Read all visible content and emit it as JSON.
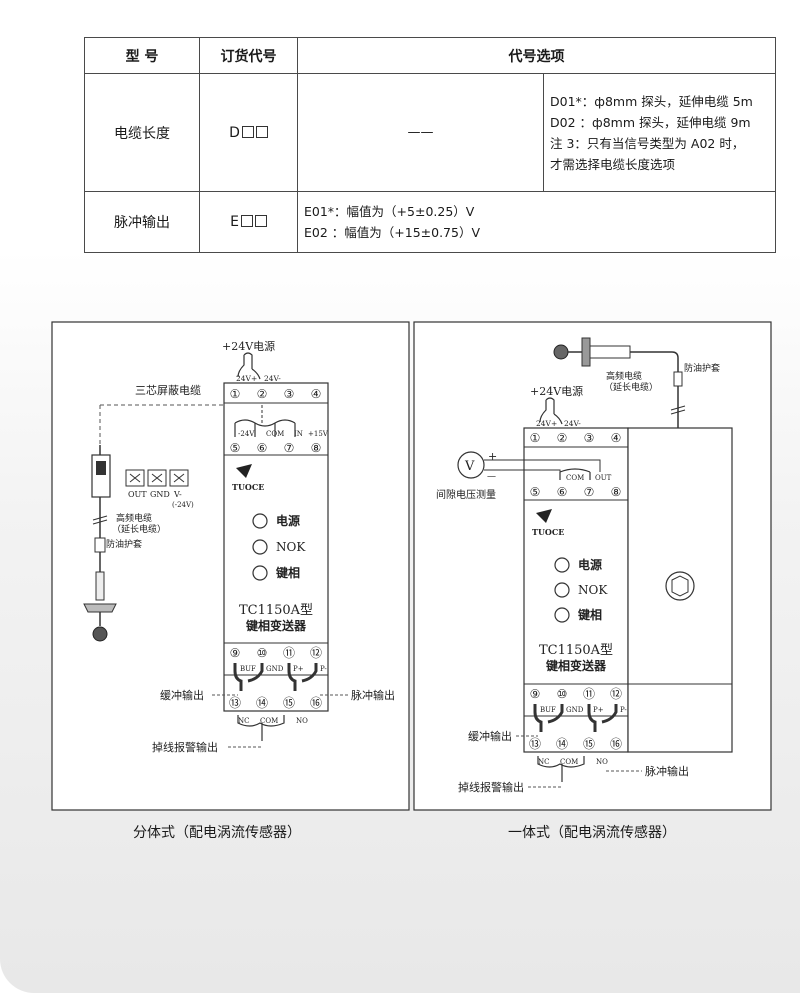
{
  "table": {
    "headers": [
      "型 号",
      "订货代号",
      "代号选项"
    ],
    "rows": [
      {
        "model": "电缆长度",
        "code": "D",
        "options_left": "——",
        "options_right": [
          "D01*：ф8mm 探头，延伸电缆 5m",
          "D02 ：ф8mm 探头，延伸电缆 9m",
          "注 3：只有当信号类型为 A02 时，",
          "才需选择电缆长度选项"
        ]
      },
      {
        "model": "脉冲输出",
        "code": "E",
        "options": [
          "E01*：幅值为（+5±0.25）V",
          "E02 ：幅值为（+15±0.75）V"
        ]
      }
    ]
  },
  "left_diagram": {
    "power": "+24V电源",
    "shield_cable": "三芯屏蔽电缆",
    "top_terminal_labels": [
      "24V+",
      "24V-"
    ],
    "top_row": [
      "①",
      "②",
      "③",
      "④"
    ],
    "mid_labels": [
      "-24V",
      "COM",
      "IN",
      "+15V"
    ],
    "mid_row": [
      "⑤",
      "⑥",
      "⑦",
      "⑧"
    ],
    "brand": "TUOCE",
    "indicators": [
      "电源",
      "NOK",
      "键相"
    ],
    "model": "TC1150A型",
    "model_name": "键相变送器",
    "bottom_row1": [
      "⑨",
      "⑩",
      "⑪",
      "⑫"
    ],
    "bottom_labels1": [
      "BUF",
      "GND",
      "P+",
      "P-"
    ],
    "bottom_row2": [
      "⑬",
      "⑭",
      "⑮",
      "⑯"
    ],
    "bottom_labels2": [
      "NC",
      "COM",
      "NO"
    ],
    "sensor_terminals": [
      "OUT",
      "GND",
      "V-"
    ],
    "sensor_voltage": "(-24V)",
    "cable_label1": "高频电缆",
    "cable_label2": "（延长电缆）",
    "sleeve": "防油护套",
    "buffer_out": "缓冲输出",
    "pulse_out": "脉冲输出",
    "alarm_out": "掉线报警输出"
  },
  "right_diagram": {
    "power": "+24V电源",
    "cable_label1": "高频电缆",
    "cable_label2": "（延长电缆）",
    "sleeve": "防油护套",
    "gap_voltage": "间隙电压测量",
    "meter_symbol": "V",
    "plus": "+",
    "minus": "—",
    "mid_labels": [
      "COM",
      "OUT"
    ],
    "buffer_out": "缓冲输出",
    "pulse_out": "脉冲输出",
    "alarm_out": "掉线报警输出"
  },
  "captions": [
    "分体式（配电涡流传感器）",
    "一体式（配电涡流传感器）"
  ],
  "colors": {
    "line": "#333333",
    "dash": "#555555",
    "panel": "#ffffff"
  }
}
